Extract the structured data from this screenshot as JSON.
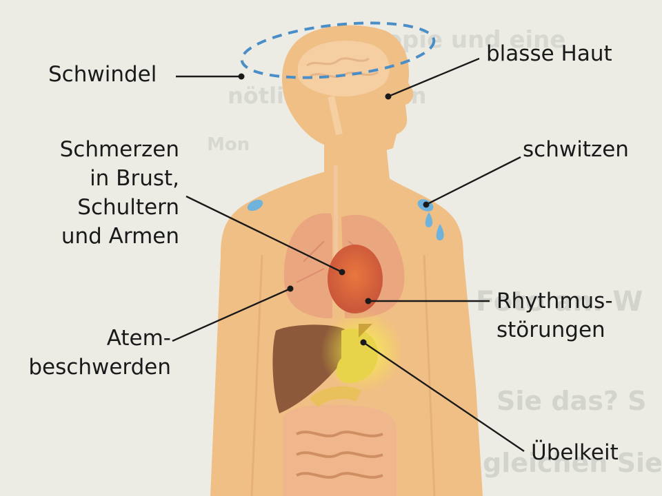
{
  "background_text": {
    "line1": "doskopie und eine",
    "line2": "nötlichen Urban",
    "line3": "Mon",
    "line4": "Foto an. W",
    "line5": "Sie das? S",
    "line6": "gleichen Sie"
  },
  "labels": {
    "schwindel": "Schwindel",
    "blasse_haut": "blasse Haut",
    "schmerzen": [
      "Schmerzen",
      "in Brust,",
      "Schultern",
      "und Armen"
    ],
    "schwitzen": "schwitzen",
    "rhythmus": [
      "Rhythmus-",
      "störungen"
    ],
    "atem": [
      "Atem-",
      "beschwerden"
    ],
    "uebelkeit": "Übelkeit"
  },
  "colors": {
    "skin": "#f0bf85",
    "lungs": "#e9a37f",
    "heart": "#d9663a",
    "liver": "#8c5a3a",
    "stomach_glow": "#f3ea3c",
    "intestine": "#f2c78d",
    "sweat": "#6fb2dc",
    "dizzy_ring": "#4a8ec7",
    "leader": "#1a1a1a"
  }
}
